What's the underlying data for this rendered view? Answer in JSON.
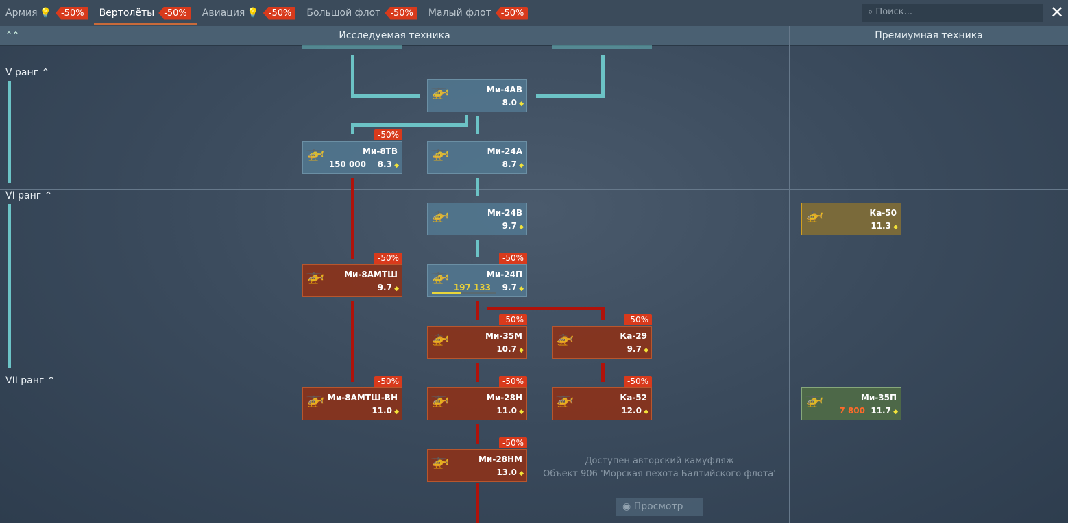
{
  "tabs": [
    {
      "label": "Армия",
      "bulb": true,
      "discount": "-50%"
    },
    {
      "label": "Вертолёты",
      "bulb": false,
      "discount": "-50%",
      "active": true
    },
    {
      "label": "Авиация",
      "bulb": true,
      "discount": "-50%"
    },
    {
      "label": "Большой флот",
      "bulb": false,
      "discount": "-50%"
    },
    {
      "label": "Малый флот",
      "bulb": false,
      "discount": "-50%"
    }
  ],
  "search_placeholder": "Поиск...",
  "columns": {
    "research": "Исследуемая техника",
    "premium": "Премиумная техника"
  },
  "ranks": [
    "V ранг",
    "VI ранг",
    "VII ранг"
  ],
  "vehicles": {
    "mi4av": {
      "name": "Ми-4АВ",
      "br": "8.0"
    },
    "mi8tv": {
      "name": "Ми-8ТВ",
      "br": "8.3",
      "cost": "150 000",
      "discount": "-50%"
    },
    "mi24a": {
      "name": "Ми-24А",
      "br": "8.7"
    },
    "mi24v": {
      "name": "Ми-24В",
      "br": "9.7"
    },
    "mi8amtsh": {
      "name": "Ми-8АМТШ",
      "br": "9.7",
      "discount": "-50%"
    },
    "mi24p": {
      "name": "Ми-24П",
      "br": "9.7",
      "cost": "197 133",
      "discount": "-50%",
      "progress": 0.45
    },
    "mi35m": {
      "name": "Ми-35М",
      "br": "10.7",
      "discount": "-50%"
    },
    "ka29": {
      "name": "Ка-29",
      "br": "9.7",
      "discount": "-50%"
    },
    "mi8vn": {
      "name": "Ми-8АМТШ-ВН",
      "br": "11.0",
      "discount": "-50%"
    },
    "mi28n": {
      "name": "Ми-28Н",
      "br": "11.0",
      "discount": "-50%"
    },
    "ka52": {
      "name": "Ка-52",
      "br": "12.0",
      "discount": "-50%"
    },
    "mi28nm": {
      "name": "Ми-28НМ",
      "br": "13.0",
      "discount": "-50%"
    },
    "ka50": {
      "name": "Ка-50",
      "br": "11.3"
    },
    "mi35p": {
      "name": "Ми-35П",
      "br": "11.7",
      "cost": "7 800"
    }
  },
  "camo": {
    "line1": "Доступен авторский камуфляж",
    "line2": "Объект 906 'Морская пехота Балтийского флота'",
    "view_label": "Просмотр"
  }
}
